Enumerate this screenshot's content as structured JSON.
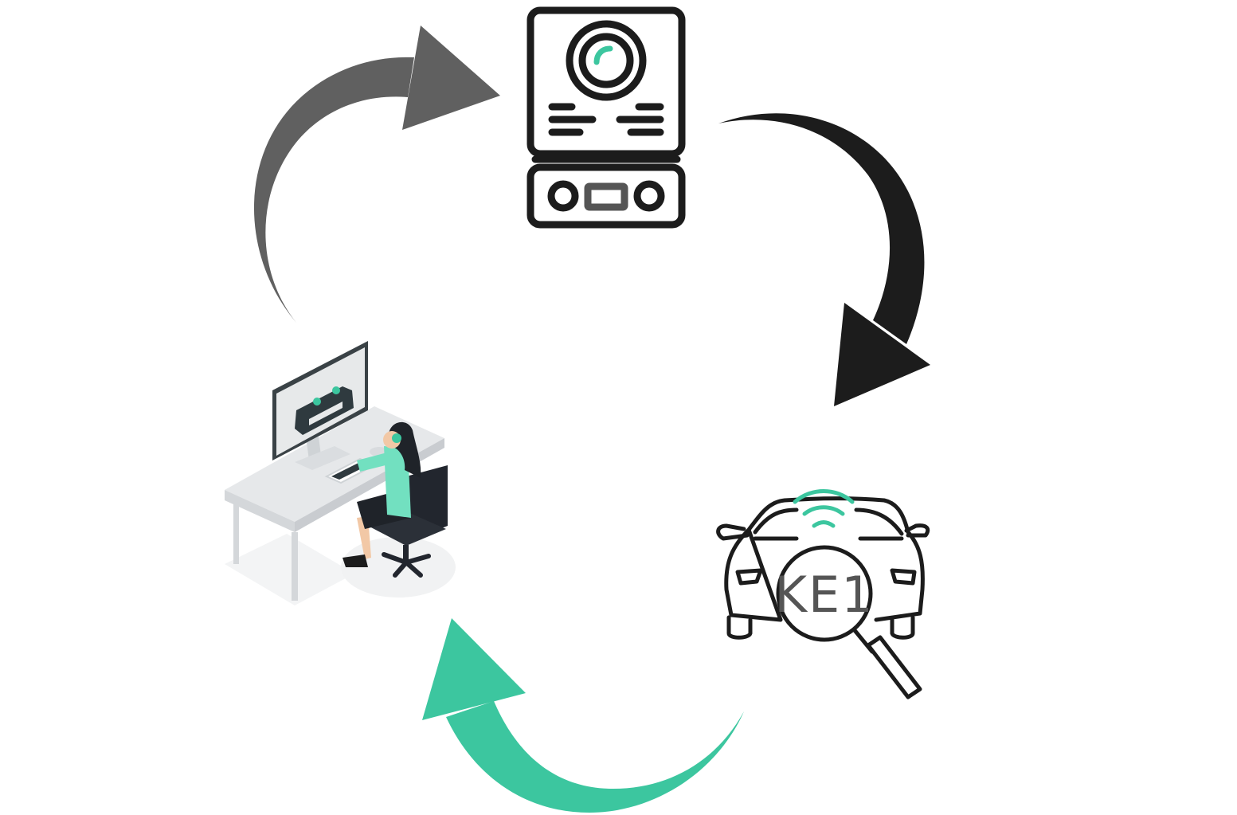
{
  "diagram": {
    "type": "cycle",
    "nodes": [
      {
        "id": "camera",
        "icon": "camera-device-icon"
      },
      {
        "id": "car",
        "icon": "car-plate-recognition-icon",
        "plate_text": "KE1"
      },
      {
        "id": "operator",
        "icon": "operator-workstation-icon"
      }
    ],
    "edges": [
      {
        "from": "operator",
        "to": "camera",
        "color": "#606060"
      },
      {
        "from": "camera",
        "to": "car",
        "color": "#1c1c1c"
      },
      {
        "from": "car",
        "to": "operator",
        "color": "#3cc69f"
      }
    ]
  },
  "colors": {
    "accent": "#3cc69f",
    "icon_stroke": "#1c1c1c",
    "dark_arrow": "#1c1c1c",
    "gray_arrow": "#606060",
    "green_arrow": "#3cc69f",
    "screen_bg": "#2f3a3f",
    "desk": "#e8eaec"
  }
}
